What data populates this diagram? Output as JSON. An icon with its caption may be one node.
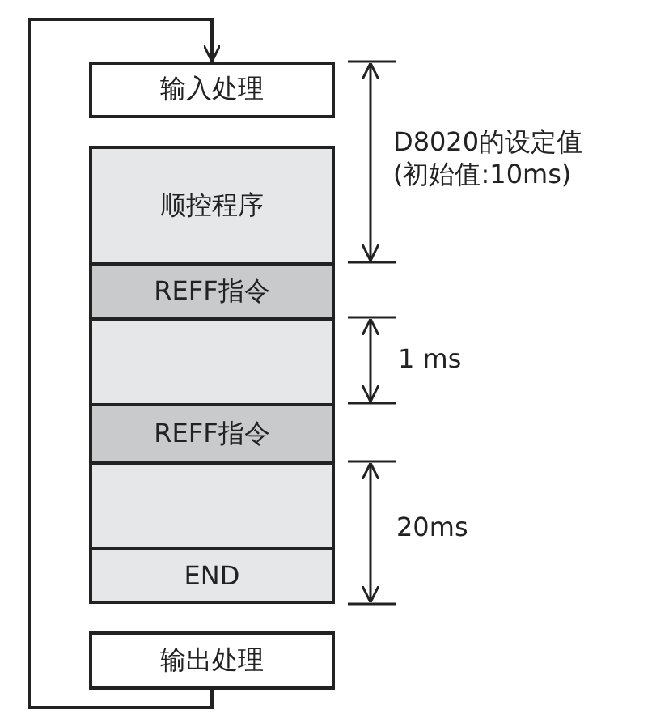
{
  "diagram": {
    "nodes": [
      {
        "text": [
          "输入处理"
        ]
      },
      {
        "text": [
          "顺控程序"
        ]
      },
      {
        "text": [
          "REFF指令"
        ]
      },
      {
        "text": [],
        "shape": "box"
      },
      {
        "text": [
          "REFF指令"
        ]
      },
      {
        "text": [],
        "shape": "box"
      },
      {
        "text": [
          "END"
        ]
      },
      {
        "text": [
          "输出处理"
        ]
      }
    ],
    "edges": [
      {
        "from": 7,
        "to": 0,
        "arrow": "to"
      }
    ],
    "labels": [
      "D8020的设定值 (初始值:10ms)",
      "1 ms",
      "20ms"
    ]
  }
}
